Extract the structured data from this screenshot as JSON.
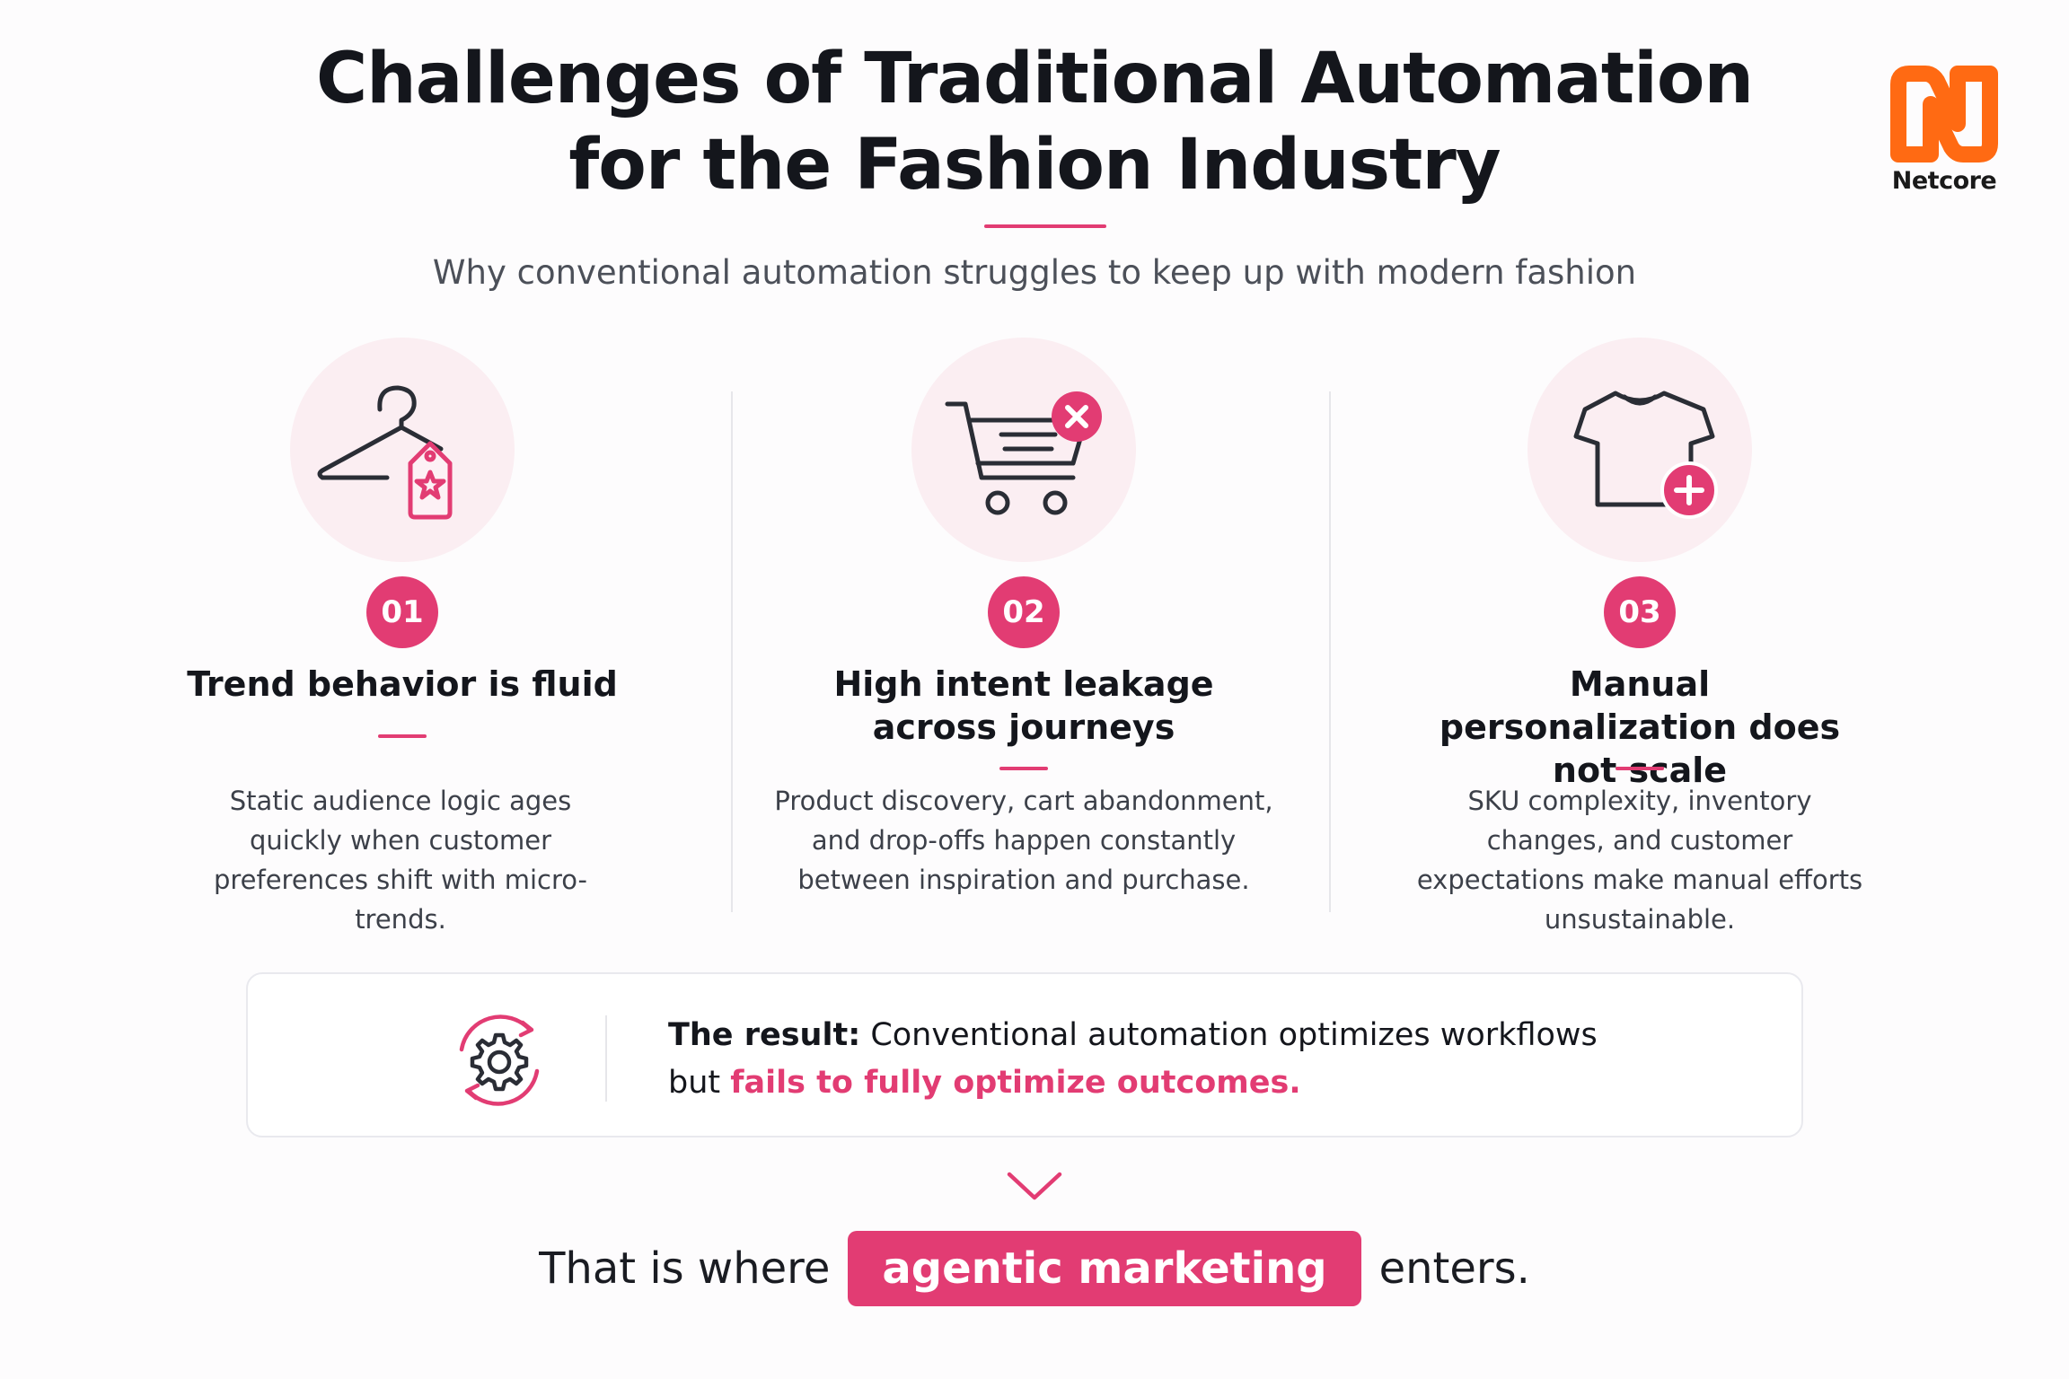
{
  "header": {
    "title_line1": "Challenges of Traditional Automation",
    "title_line2": "for the Fashion Industry",
    "subtitle": "Why conventional automation struggles to keep up with modern fashion"
  },
  "logo": {
    "name": "Netcore",
    "icon": "netcore-logo-icon",
    "color": "#ff6a13"
  },
  "colors": {
    "accent": "#e23c73",
    "icon_bg": "#fbeef2",
    "text": "#14161c",
    "muted": "#3c4049"
  },
  "challenges": [
    {
      "number": "01",
      "icon": "hanger-tag-icon",
      "title": "Trend behavior is fluid",
      "description": "Static audience logic ages quickly when customer preferences shift with micro-trends."
    },
    {
      "number": "02",
      "icon": "cart-x-icon",
      "title": "High intent leakage across journeys",
      "description": "Product discovery, cart abandonment, and drop-offs happen constantly between inspiration and purchase."
    },
    {
      "number": "03",
      "icon": "tshirt-plus-icon",
      "title": "Manual personalization does not scale",
      "description": "SKU complexity, inventory changes, and customer expectations make manual efforts unsustainable."
    }
  ],
  "result": {
    "icon": "gear-cycle-icon",
    "label": "The result:",
    "text": "Conventional automation optimizes workflows",
    "prefix": "but",
    "highlight": "fails to fully optimize outcomes",
    "suffix": "."
  },
  "closing": {
    "icon": "chevron-down-icon",
    "before": "That is where",
    "highlight": "agentic marketing",
    "after": "enters."
  }
}
